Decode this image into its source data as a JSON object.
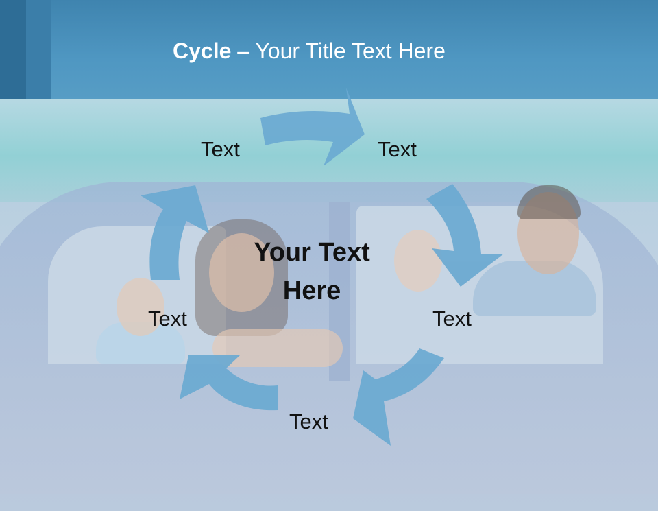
{
  "slide": {
    "title_bold": "Cycle",
    "title_rest": " – Your Title Text Here",
    "center_text_line1": "Your Text",
    "center_text_line2": "Here"
  },
  "cycle": {
    "labels": [
      "Text",
      "Text",
      "Text",
      "Text",
      "Text"
    ]
  },
  "colors": {
    "header": "#4f97c2",
    "arrow": "#6aa9d1",
    "text": "#111111"
  }
}
